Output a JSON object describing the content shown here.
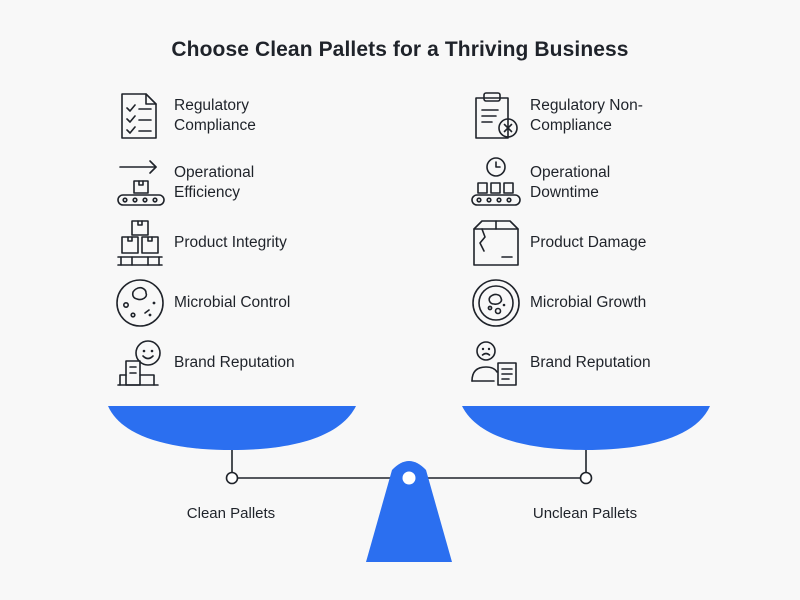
{
  "title": "Choose Clean Pallets for a Thriving Business",
  "left": {
    "label": "Clean Pallets",
    "items": [
      {
        "label": "Regulatory Compliance",
        "icon": "checklist-icon"
      },
      {
        "label": "Operational Efficiency",
        "icon": "conveyor-arrow-icon"
      },
      {
        "label": "Product Integrity",
        "icon": "stacked-boxes-pallet-icon"
      },
      {
        "label": "Microbial Control",
        "icon": "petri-dish-icon"
      },
      {
        "label": "Brand Reputation",
        "icon": "happy-person-icon"
      }
    ]
  },
  "right": {
    "label": "Unclean Pallets",
    "items": [
      {
        "label": "Regulatory Non-Compliance",
        "icon": "clipboard-x-icon"
      },
      {
        "label": "Operational Downtime",
        "icon": "clock-conveyor-icon"
      },
      {
        "label": "Product Damage",
        "icon": "damaged-box-icon"
      },
      {
        "label": "Microbial Growth",
        "icon": "petri-dish-growth-icon"
      },
      {
        "label": "Brand Reputation",
        "icon": "sad-person-icon"
      }
    ]
  },
  "colors": {
    "accent": "#2b6ff0",
    "text": "#1f232a",
    "background": "#f8f8f8"
  }
}
